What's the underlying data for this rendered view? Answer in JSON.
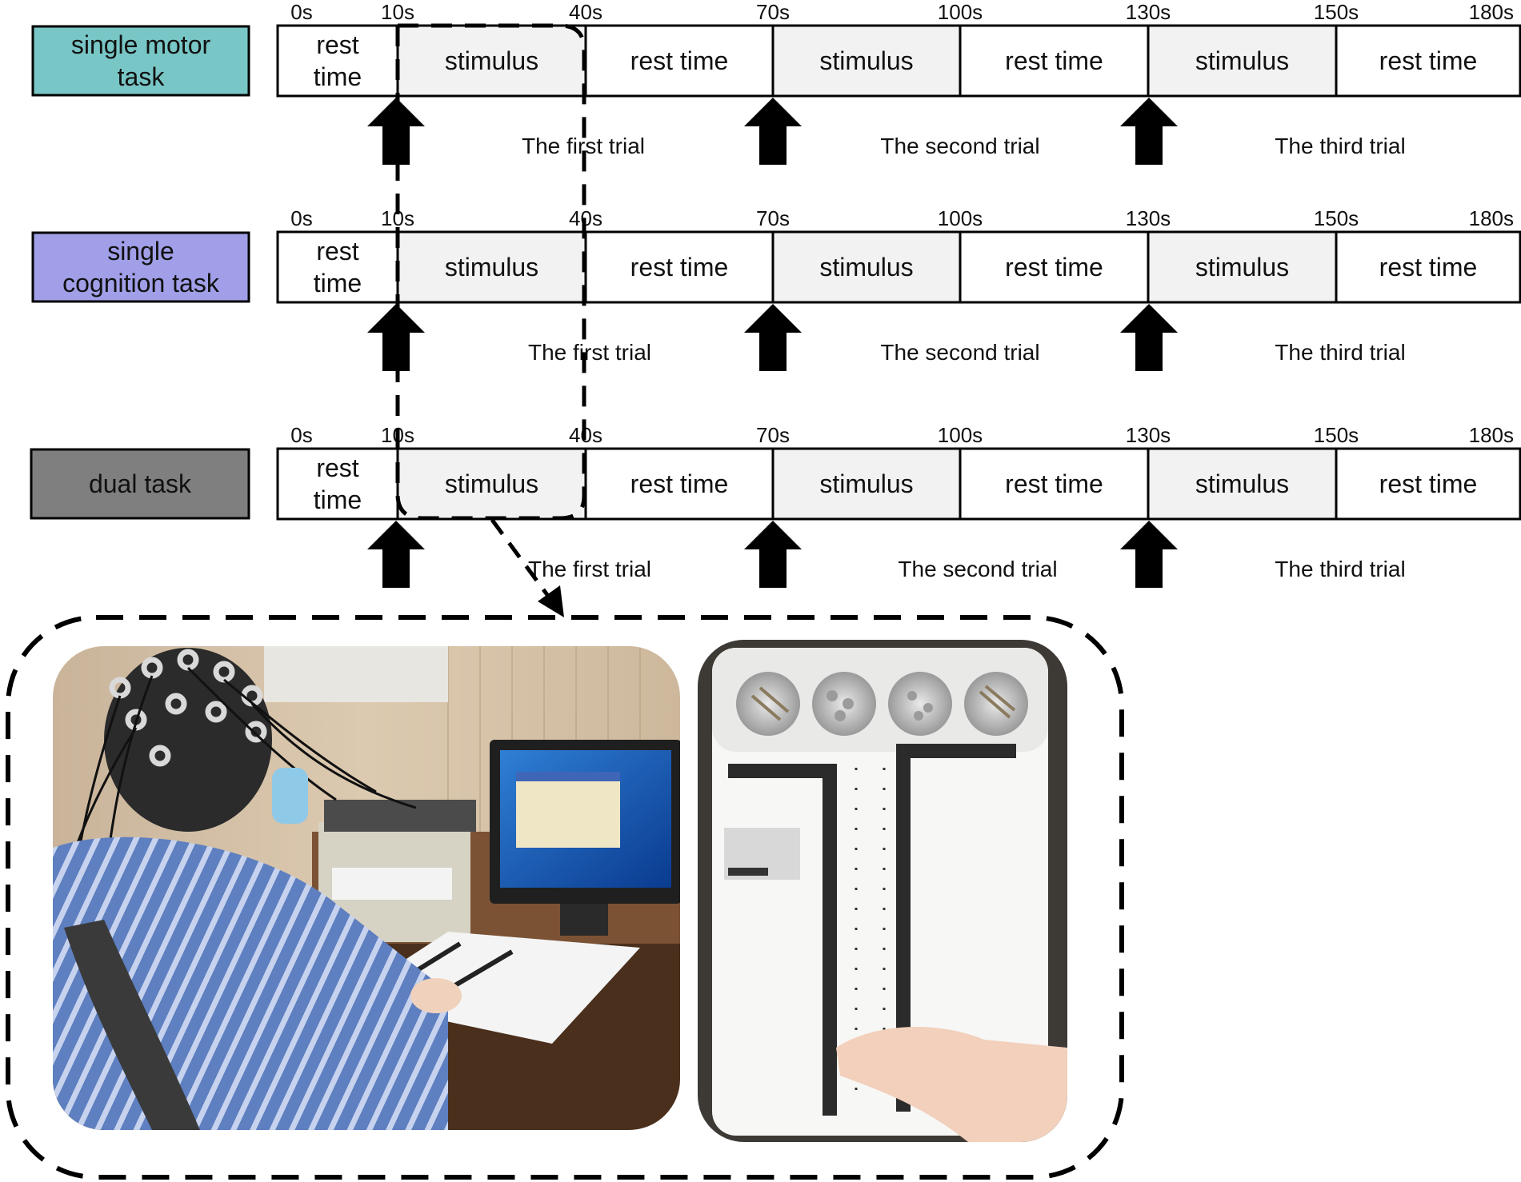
{
  "rows": [
    {
      "label_lines": [
        "single motor",
        "task"
      ],
      "label_color": "#79c6c6",
      "times": [
        "0s",
        "10s",
        "40s",
        "70s",
        "100s",
        "130s",
        "150s",
        "180s"
      ],
      "segments": [
        {
          "kind": "rest",
          "lines": [
            "rest",
            "time"
          ]
        },
        {
          "kind": "stimulus",
          "lines": [
            "stimulus"
          ]
        },
        {
          "kind": "rest",
          "lines": [
            "rest time"
          ]
        },
        {
          "kind": "stimulus",
          "lines": [
            "stimulus"
          ]
        },
        {
          "kind": "rest",
          "lines": [
            "rest time"
          ]
        },
        {
          "kind": "stimulus",
          "lines": [
            "stimulus"
          ]
        },
        {
          "kind": "rest",
          "lines": [
            "rest time"
          ]
        }
      ],
      "trials": [
        "The first trial",
        "The second trial",
        "The third trial"
      ]
    },
    {
      "label_lines": [
        "single",
        "cognition task"
      ],
      "label_color": "#a09fe8",
      "times": [
        "0s",
        "10s",
        "40s",
        "70s",
        "100s",
        "130s",
        "150s",
        "180s"
      ],
      "segments": [
        {
          "kind": "rest",
          "lines": [
            "rest",
            "time"
          ]
        },
        {
          "kind": "stimulus",
          "lines": [
            "stimulus"
          ]
        },
        {
          "kind": "rest",
          "lines": [
            "rest time"
          ]
        },
        {
          "kind": "stimulus",
          "lines": [
            "stimulus"
          ]
        },
        {
          "kind": "rest",
          "lines": [
            "rest time"
          ]
        },
        {
          "kind": "stimulus",
          "lines": [
            "stimulus"
          ]
        },
        {
          "kind": "rest",
          "lines": [
            "rest time"
          ]
        }
      ],
      "trials": [
        "The first trial",
        "The second trial",
        "The third trial"
      ]
    },
    {
      "label_lines": [
        "dual task"
      ],
      "label_color": "#7f7f7f",
      "times": [
        "0s",
        "10s",
        "40s",
        "70s",
        "100s",
        "130s",
        "150s",
        "180s"
      ],
      "segments": [
        {
          "kind": "rest",
          "lines": [
            "rest",
            "time"
          ]
        },
        {
          "kind": "stimulus",
          "lines": [
            "stimulus"
          ]
        },
        {
          "kind": "rest",
          "lines": [
            "rest time"
          ]
        },
        {
          "kind": "stimulus",
          "lines": [
            "stimulus"
          ]
        },
        {
          "kind": "rest",
          "lines": [
            "rest time"
          ]
        },
        {
          "kind": "stimulus",
          "lines": [
            "stimulus"
          ]
        },
        {
          "kind": "rest",
          "lines": [
            "rest time"
          ]
        }
      ],
      "trials": [
        "The first trial",
        "The second trial",
        "The third trial"
      ]
    }
  ],
  "colors": {
    "stimulus_fill": "#f2f2f2",
    "rest_fill": "#ffffff",
    "arrow": "#000000",
    "outline": "#000000"
  },
  "icons": {
    "onset_arrow": "up-arrow-icon",
    "pointer": "dashed-pointer-arrow-icon"
  },
  "photos": [
    {
      "name": "eeg-experiment-photo",
      "depicts": "participant-wearing-eeg-cap-at-computer-desk"
    },
    {
      "name": "pegboard-photo",
      "depicts": "pegboard-with-pin-trays-and-hand"
    }
  ]
}
